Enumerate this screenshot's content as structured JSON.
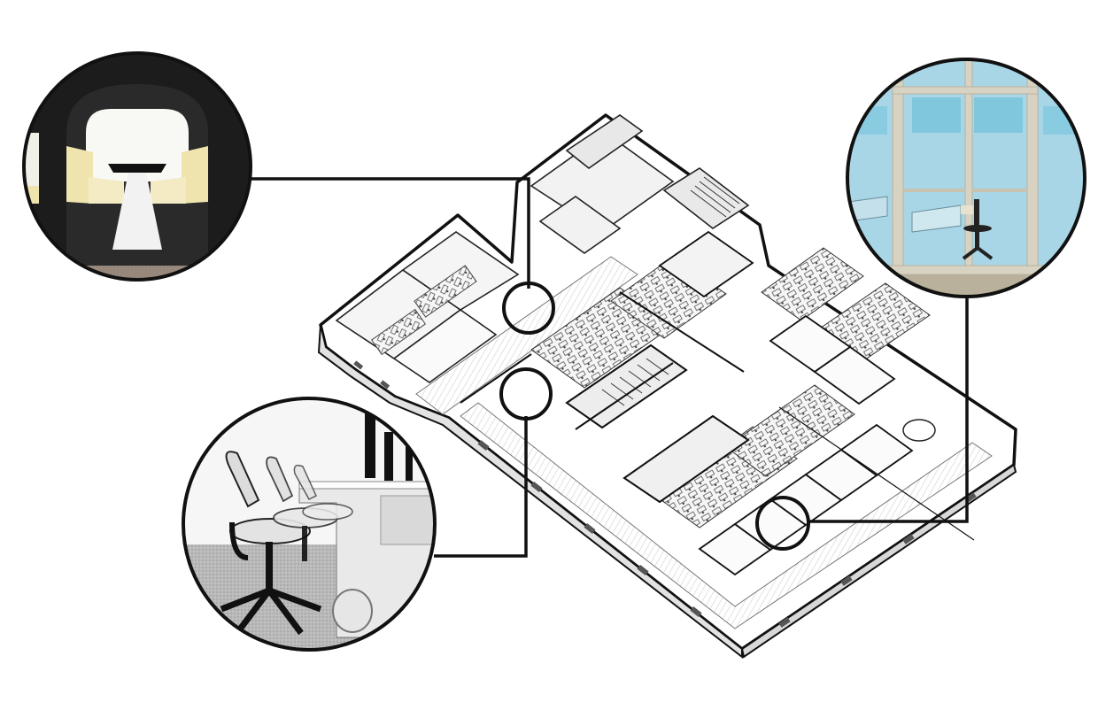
{
  "diagram": {
    "kind": "isometric office floor plan with detail callouts",
    "callouts": [
      {
        "id": "booth",
        "icon": "privacy-booth-icon",
        "target": "small-meeting-booth"
      },
      {
        "id": "task-chairs",
        "icon": "office-chair-icon",
        "target": "open-workstation-cluster"
      },
      {
        "id": "glass-office",
        "icon": "glass-door-office-icon",
        "target": "private-office-row"
      }
    ],
    "colors": {
      "line": "#111111",
      "booth_shell": "#1c1c1c",
      "booth_seat": "#efe3ae",
      "booth_floor": "#8d7866",
      "glass": "#a9d6e6",
      "glass_frame": "#d8d2c2",
      "carpet": "#b7b7b7"
    }
  }
}
